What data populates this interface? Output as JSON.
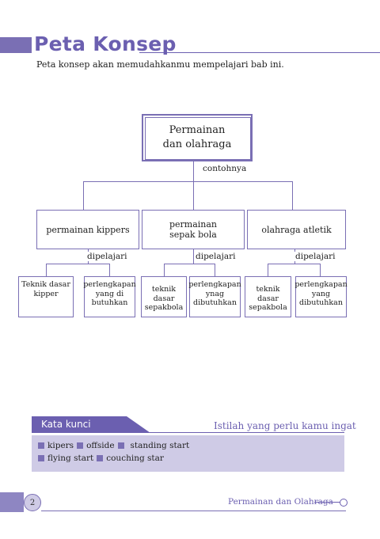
{
  "header": {
    "title": "Peta Konsep",
    "intro": "Peta konsep akan memudahkanmu mempelajari bab ini."
  },
  "concept_map": {
    "root": [
      "Permainan",
      "dan olahraga"
    ],
    "root_link": "contohnya",
    "level_link": "dipelajari",
    "branches": [
      {
        "label": [
          "permainan kippers"
        ],
        "leaves": [
          [
            "Teknik dasar",
            "kipper"
          ],
          [
            "perlengkapan",
            "yang di",
            "butuhkan"
          ]
        ]
      },
      {
        "label": [
          "permainan",
          "sepak bola"
        ],
        "leaves": [
          [
            "teknik",
            "dasar",
            "sepakbola"
          ],
          [
            "perlengkapan",
            "ynag",
            "dibutuhkan"
          ]
        ]
      },
      {
        "label": [
          "olahraga atletik"
        ],
        "leaves": [
          [
            "teknik dasar",
            "sepakbola"
          ],
          [
            "perlengkapan",
            "yang",
            "dibutuhkan"
          ]
        ]
      }
    ]
  },
  "kata_kunci": {
    "title": "Kata kunci",
    "subtitle": "Istilah yang perlu kamu ingat",
    "row1": [
      "kipers",
      "offside",
      "standing start"
    ],
    "row2": [
      "flying start",
      "couching star"
    ]
  },
  "footer": {
    "page_number": "2",
    "book_title": "Permainan dan Olahraga"
  },
  "colors": {
    "accent": "#6b5fb0",
    "panel": "#cfcbe6"
  }
}
